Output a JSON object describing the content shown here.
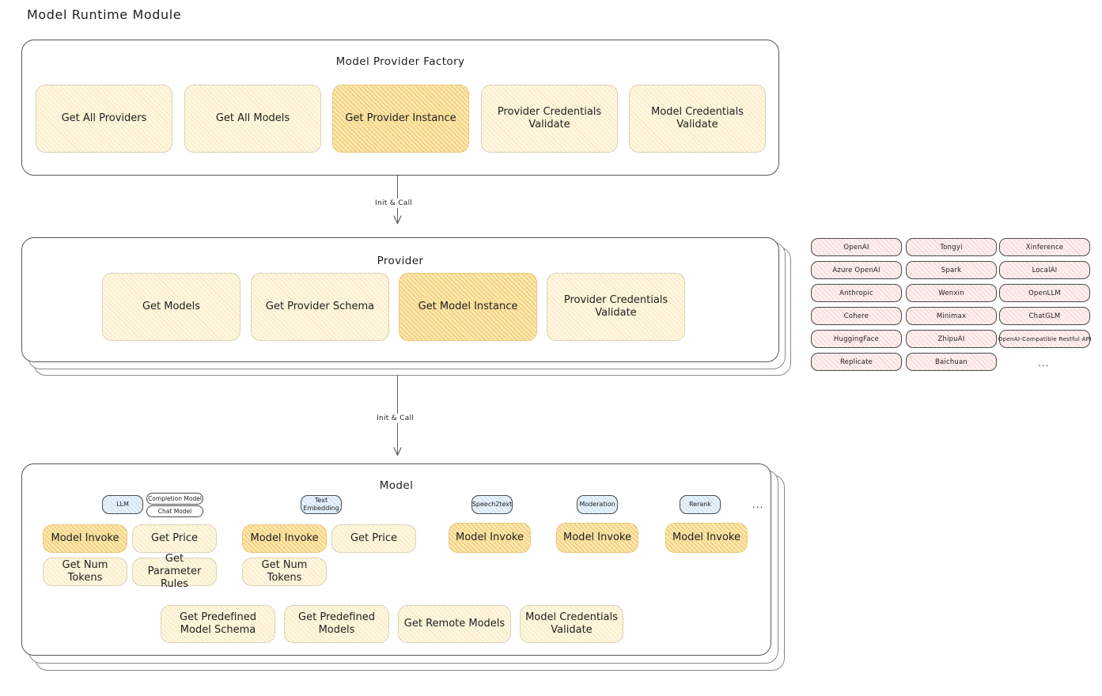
{
  "page": {
    "title": "Model Runtime Module"
  },
  "arrows": [
    {
      "label": "Init & Call"
    },
    {
      "label": "Init & Call"
    }
  ],
  "factory": {
    "title": "Model Provider Factory",
    "cards": [
      {
        "label": "Get All Providers",
        "highlighted": false
      },
      {
        "label": "Get All Models",
        "highlighted": false
      },
      {
        "label": "Get Provider Instance",
        "highlighted": true
      },
      {
        "label": "Provider Credentials Validate",
        "highlighted": false
      },
      {
        "label": "Model Credentials Validate",
        "highlighted": false
      }
    ]
  },
  "provider": {
    "title": "Provider",
    "cards": [
      {
        "label": "Get Models",
        "highlighted": false
      },
      {
        "label": "Get Provider Schema",
        "highlighted": false
      },
      {
        "label": "Get Model Instance",
        "highlighted": true
      },
      {
        "label": "Provider Credentials Validate",
        "highlighted": false
      }
    ]
  },
  "provider_list": {
    "columns": [
      {
        "items": [
          "OpenAI",
          "Azure OpenAI",
          "Anthropic",
          "Cohere",
          "HuggingFace",
          "Replicate"
        ]
      },
      {
        "items": [
          "Tongyi",
          "Spark",
          "Wenxin",
          "Minimax",
          "ZhipuAI",
          "Baichuan"
        ]
      },
      {
        "items": [
          "Xinference",
          "LocalAI",
          "OpenLLM",
          "ChatGLM",
          "OpenAI-Compatible Restful API"
        ]
      }
    ],
    "more": "..."
  },
  "model": {
    "title": "Model",
    "more": "...",
    "types": [
      {
        "name": "LLM",
        "sub_badges": [
          "Completion Model",
          "Chat Model"
        ],
        "ops": [
          {
            "label": "Model Invoke",
            "highlighted": true
          },
          {
            "label": "Get Price",
            "highlighted": false
          },
          {
            "label": "Get Num Tokens",
            "highlighted": false
          },
          {
            "label": "Get Parameter Rules",
            "highlighted": false
          }
        ]
      },
      {
        "name": "Text Embedding",
        "sub_badges": [],
        "ops": [
          {
            "label": "Model Invoke",
            "highlighted": true
          },
          {
            "label": "Get Price",
            "highlighted": false
          },
          {
            "label": "Get Num Tokens",
            "highlighted": false
          }
        ]
      },
      {
        "name": "Speech2text",
        "sub_badges": [],
        "ops": [
          {
            "label": "Model Invoke",
            "highlighted": true
          }
        ]
      },
      {
        "name": "Moderation",
        "sub_badges": [],
        "ops": [
          {
            "label": "Model Invoke",
            "highlighted": true
          }
        ]
      },
      {
        "name": "Rerank",
        "sub_badges": [],
        "ops": [
          {
            "label": "Model Invoke",
            "highlighted": true
          }
        ]
      }
    ],
    "common_ops": [
      {
        "label": "Get Predefined Model Schema"
      },
      {
        "label": "Get Predefined Models"
      },
      {
        "label": "Get Remote Models"
      },
      {
        "label": "Model Credentials Validate"
      }
    ]
  },
  "colors": {
    "card_fill": "#fdf7e3",
    "card_fill_highlight": "#fbe7b4",
    "pill_fill": "#fdf0ef",
    "badge_fill": "#e8f2fa",
    "stroke": "#5c5c5c",
    "text": "#1e1e1e"
  }
}
